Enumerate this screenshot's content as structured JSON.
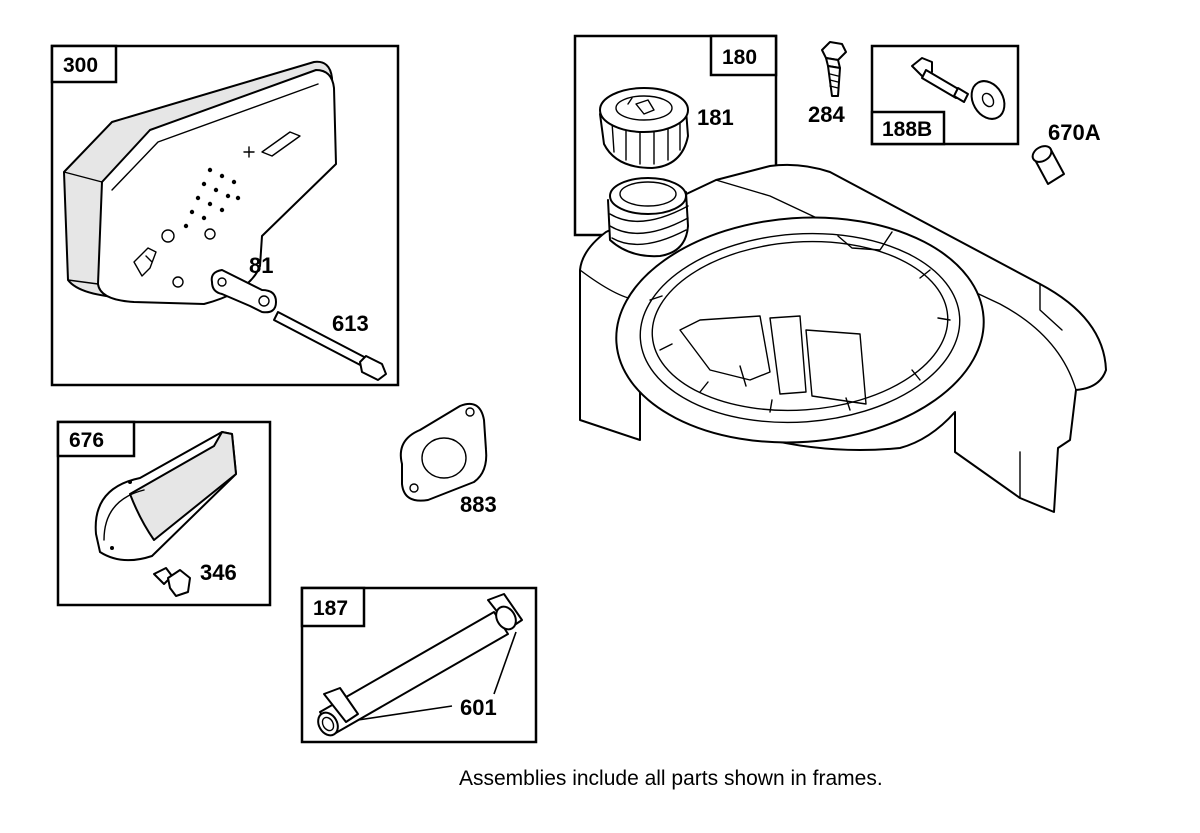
{
  "frames": {
    "f300": "300",
    "f180": "180",
    "f188b": "188B",
    "f676": "676",
    "f187": "187"
  },
  "callouts": {
    "c181": "181",
    "c284": "284",
    "c670a": "670A",
    "c81": "81",
    "c613": "613",
    "c346": "346",
    "c883": "883",
    "c601": "601"
  },
  "caption": "Assemblies include all parts shown in frames."
}
